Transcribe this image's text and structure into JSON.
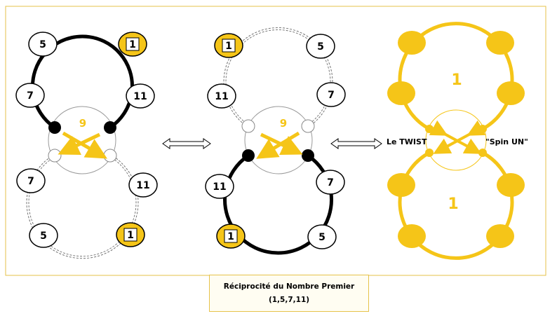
{
  "panel_left": {
    "upper_loop": {
      "n_top_left": "5",
      "n_top_right": "1",
      "n_mid_left": "7",
      "n_mid_right": "11"
    },
    "center_number": "9",
    "lower_loop": {
      "n_mid_left": "7",
      "n_mid_right": "11",
      "n_bot_left": "5",
      "n_bot_right": "1"
    }
  },
  "panel_middle": {
    "upper_loop": {
      "n_top_left": "1",
      "n_top_right": "5",
      "n_mid_left": "11",
      "n_mid_right": "7"
    },
    "center_number": "9",
    "lower_loop": {
      "n_mid_left": "11",
      "n_mid_right": "7",
      "n_bot_left": "1",
      "n_bot_right": "5"
    }
  },
  "panel_right": {
    "upper_number": "1",
    "lower_number": "1",
    "label_left": "Le TWIST",
    "label_right": "\"Spin UN\""
  },
  "caption": {
    "line1": "Réciprocité du Nombre Premier",
    "line2": "(1,5,7,11)"
  },
  "colors": {
    "gold": "#f5c518",
    "black": "#000000",
    "frame": "#e6c24a"
  }
}
